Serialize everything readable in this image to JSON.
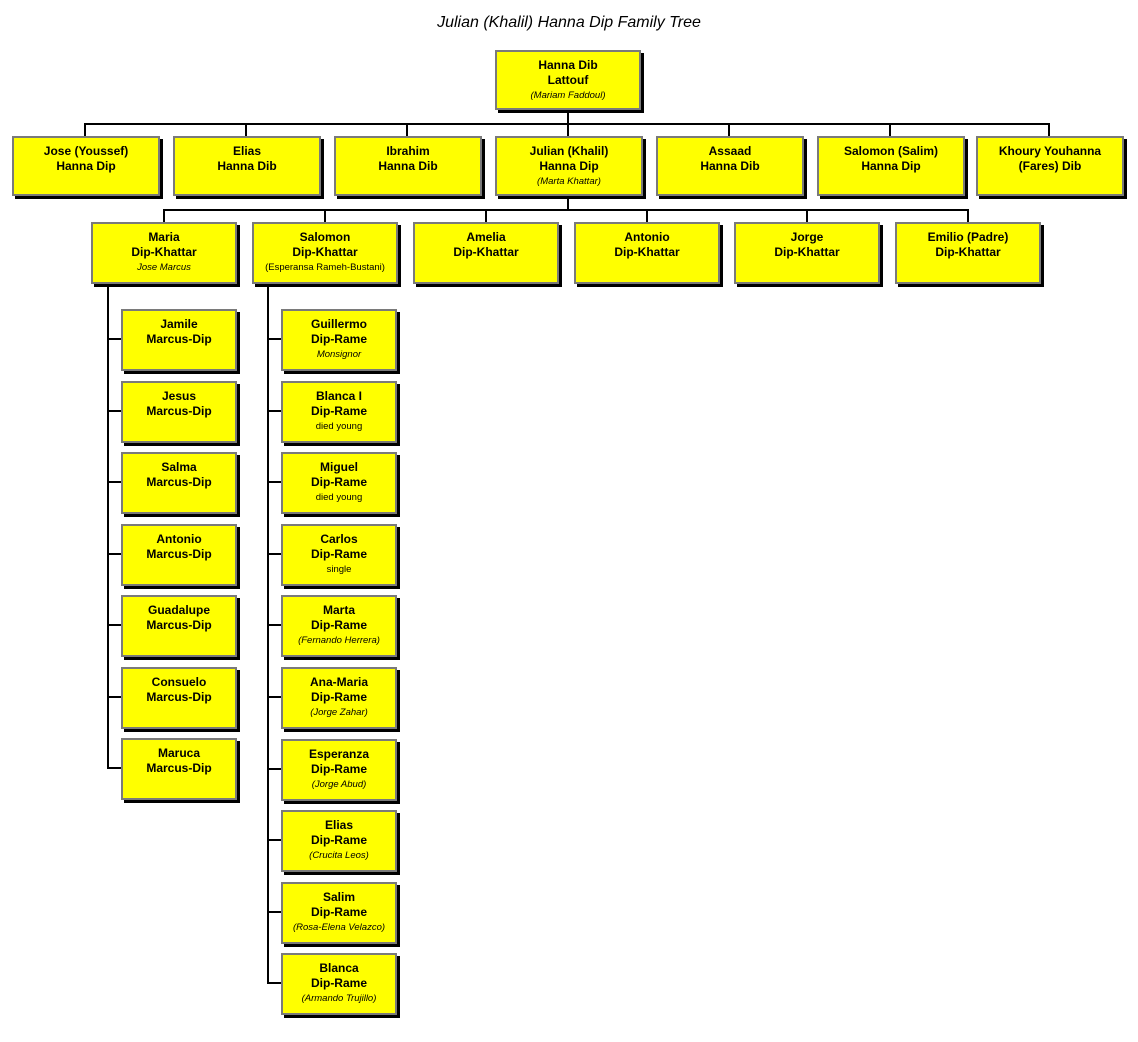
{
  "title": "Julian (Khalil) Hanna Dip Family Tree",
  "root": {
    "line1": "Hanna Dib",
    "line2": "Lattouf",
    "note": "(Mariam Faddoul)"
  },
  "gen1": [
    {
      "line1": "Jose (Youssef)",
      "line2": "Hanna Dip",
      "note": ""
    },
    {
      "line1": "Elias",
      "line2": "Hanna Dib",
      "note": ""
    },
    {
      "line1": "Ibrahim",
      "line2": "Hanna Dib",
      "note": ""
    },
    {
      "line1": "Julian (Khalil)",
      "line2": "Hanna Dip",
      "note": "(Marta Khattar)"
    },
    {
      "line1": "Assaad",
      "line2": "Hanna Dib",
      "note": ""
    },
    {
      "line1": "Salomon (Salim)",
      "line2": "Hanna Dip",
      "note": ""
    },
    {
      "line1": "Khoury Youhanna",
      "line2": "(Fares) Dib",
      "note": ""
    }
  ],
  "gen2": [
    {
      "line1": "Maria",
      "line2": "Dip-Khattar",
      "note": "Jose Marcus"
    },
    {
      "line1": "Salomon",
      "line2": "Dip-Khattar",
      "note": "(Esperansa Rameh-Bustani)"
    },
    {
      "line1": "Amelia",
      "line2": "Dip-Khattar",
      "note": ""
    },
    {
      "line1": "Antonio",
      "line2": "Dip-Khattar",
      "note": ""
    },
    {
      "line1": "Jorge",
      "line2": "Dip-Khattar",
      "note": ""
    },
    {
      "line1": "Emilio (Padre)",
      "line2": "Dip-Khattar",
      "note": ""
    }
  ],
  "maria_children": [
    {
      "line1": "Jamile",
      "line2": "Marcus-Dip",
      "note": ""
    },
    {
      "line1": "Jesus",
      "line2": "Marcus-Dip",
      "note": ""
    },
    {
      "line1": "Salma",
      "line2": "Marcus-Dip",
      "note": ""
    },
    {
      "line1": "Antonio",
      "line2": "Marcus-Dip",
      "note": ""
    },
    {
      "line1": "Guadalupe",
      "line2": "Marcus-Dip",
      "note": ""
    },
    {
      "line1": "Consuelo",
      "line2": "Marcus-Dip",
      "note": ""
    },
    {
      "line1": "Maruca",
      "line2": "Marcus-Dip",
      "note": ""
    }
  ],
  "salomon_children": [
    {
      "line1": "Guillermo",
      "line2": "Dip-Rame",
      "note": "Monsignor"
    },
    {
      "line1": "Blanca I",
      "line2": "Dip-Rame",
      "note": "died young"
    },
    {
      "line1": "Miguel",
      "line2": "Dip-Rame",
      "note": "died young"
    },
    {
      "line1": "Carlos",
      "line2": "Dip-Rame",
      "note": "single"
    },
    {
      "line1": "Marta",
      "line2": "Dip-Rame",
      "note": "(Fernando Herrera)"
    },
    {
      "line1": "Ana-Maria",
      "line2": "Dip-Rame",
      "note": "(Jorge Zahar)"
    },
    {
      "line1": "Esperanza",
      "line2": "Dip-Rame",
      "note": "(Jorge Abud)"
    },
    {
      "line1": "Elias",
      "line2": "Dip-Rame",
      "note": "(Crucita Leos)"
    },
    {
      "line1": "Salim",
      "line2": "Dip-Rame",
      "note": "(Rosa-Elena Velazco)"
    },
    {
      "line1": "Blanca",
      "line2": "Dip-Rame",
      "note": "(Armando Trujillo)"
    }
  ],
  "colors": {
    "box_fill": "#ffff00",
    "box_border": "#7a7a7a",
    "line": "#000000"
  }
}
